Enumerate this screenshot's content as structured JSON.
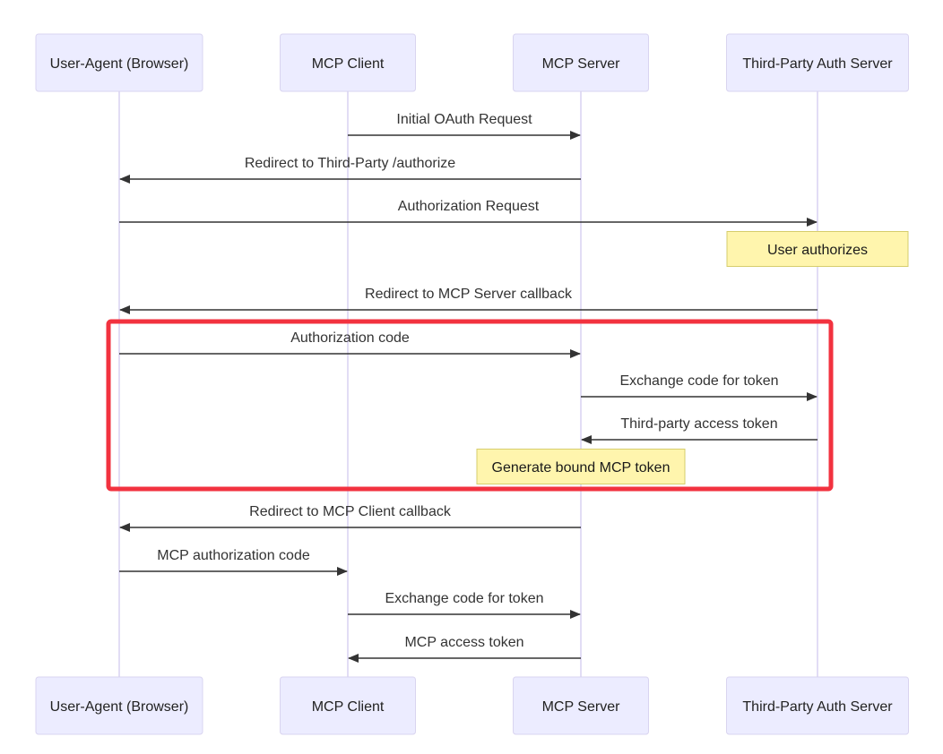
{
  "participants": [
    {
      "id": "ua",
      "label": "User-Agent (Browser)"
    },
    {
      "id": "client",
      "label": "MCP Client"
    },
    {
      "id": "server",
      "label": "MCP Server"
    },
    {
      "id": "auth",
      "label": "Third-Party Auth Server"
    }
  ],
  "messages": [
    {
      "from": "client",
      "to": "server",
      "label": "Initial OAuth Request"
    },
    {
      "from": "server",
      "to": "ua",
      "label": "Redirect to Third-Party /authorize"
    },
    {
      "from": "ua",
      "to": "auth",
      "label": "Authorization Request"
    },
    {
      "note": "User authorizes",
      "over": "auth"
    },
    {
      "from": "auth",
      "to": "ua",
      "label": "Redirect to MCP Server callback"
    },
    {
      "from": "ua",
      "to": "server",
      "label": "Authorization code"
    },
    {
      "from": "server",
      "to": "auth",
      "label": "Exchange code for token"
    },
    {
      "from": "auth",
      "to": "server",
      "label": "Third-party access token"
    },
    {
      "note": "Generate bound MCP token",
      "over": "server"
    },
    {
      "from": "server",
      "to": "ua",
      "label": "Redirect to MCP Client callback"
    },
    {
      "from": "ua",
      "to": "client",
      "label": "MCP authorization code"
    },
    {
      "from": "client",
      "to": "server",
      "label": "Exchange code for token"
    },
    {
      "from": "server",
      "to": "client",
      "label": "MCP access token"
    }
  ],
  "colors": {
    "actor_fill": "#ECECFF",
    "actor_stroke": "#D9D4F0",
    "lifeline": "#D8D2F2",
    "arrow": "#333333",
    "note_fill": "#FFF5AD",
    "note_stroke": "#D6CD6C",
    "highlight": "#F2323F"
  }
}
